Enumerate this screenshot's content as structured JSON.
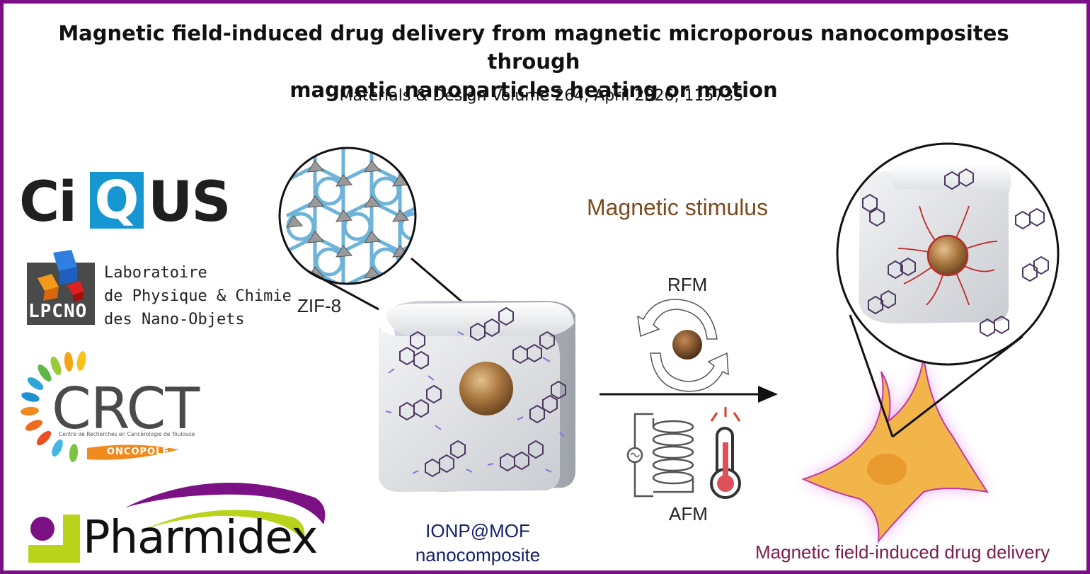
{
  "header": {
    "title_line1": "Magnetic field-induced drug delivery from magnetic microporous nanocomposites through",
    "title_line2": "magnetic nanoparticles heating or motion",
    "citation": "Materials & Design Volume 264, April 2026, 115735"
  },
  "figure": {
    "zif_label": "ZIF-8",
    "stimulus_label": "Magnetic stimulus",
    "rfm_label": "RFM",
    "afm_label": "AFM",
    "nanocomposite_line1": "IONP@MOF",
    "nanocomposite_line2": "nanocomposite",
    "delivery_label": "Magnetic field-induced drug delivery"
  },
  "logos": {
    "ciqus_prefix": "Ci",
    "ciqus_q": "Q",
    "ciqus_suffix": "US",
    "lpcno_line1": "Laboratoire",
    "lpcno_line2": "de Physique & Chimie",
    "lpcno_line3": "des Nano-Objets",
    "lpcno_abbr": "LPCNO",
    "crct_abbr": "CRCT",
    "crct_full": "Centre de Recherches en Cancérologie de Toulouse",
    "crct_sub": "ONCOPOLE",
    "pharmidex": "Pharmidex"
  },
  "colors": {
    "frame": "#7b0f86",
    "ciqus_blue": "#1797d1",
    "particle": "#a9773f",
    "cell": "#f2b54a",
    "cell_glow": "#e066e0",
    "pharmidex_purple": "#7b1185",
    "pharmidex_green": "#b9d21a"
  }
}
